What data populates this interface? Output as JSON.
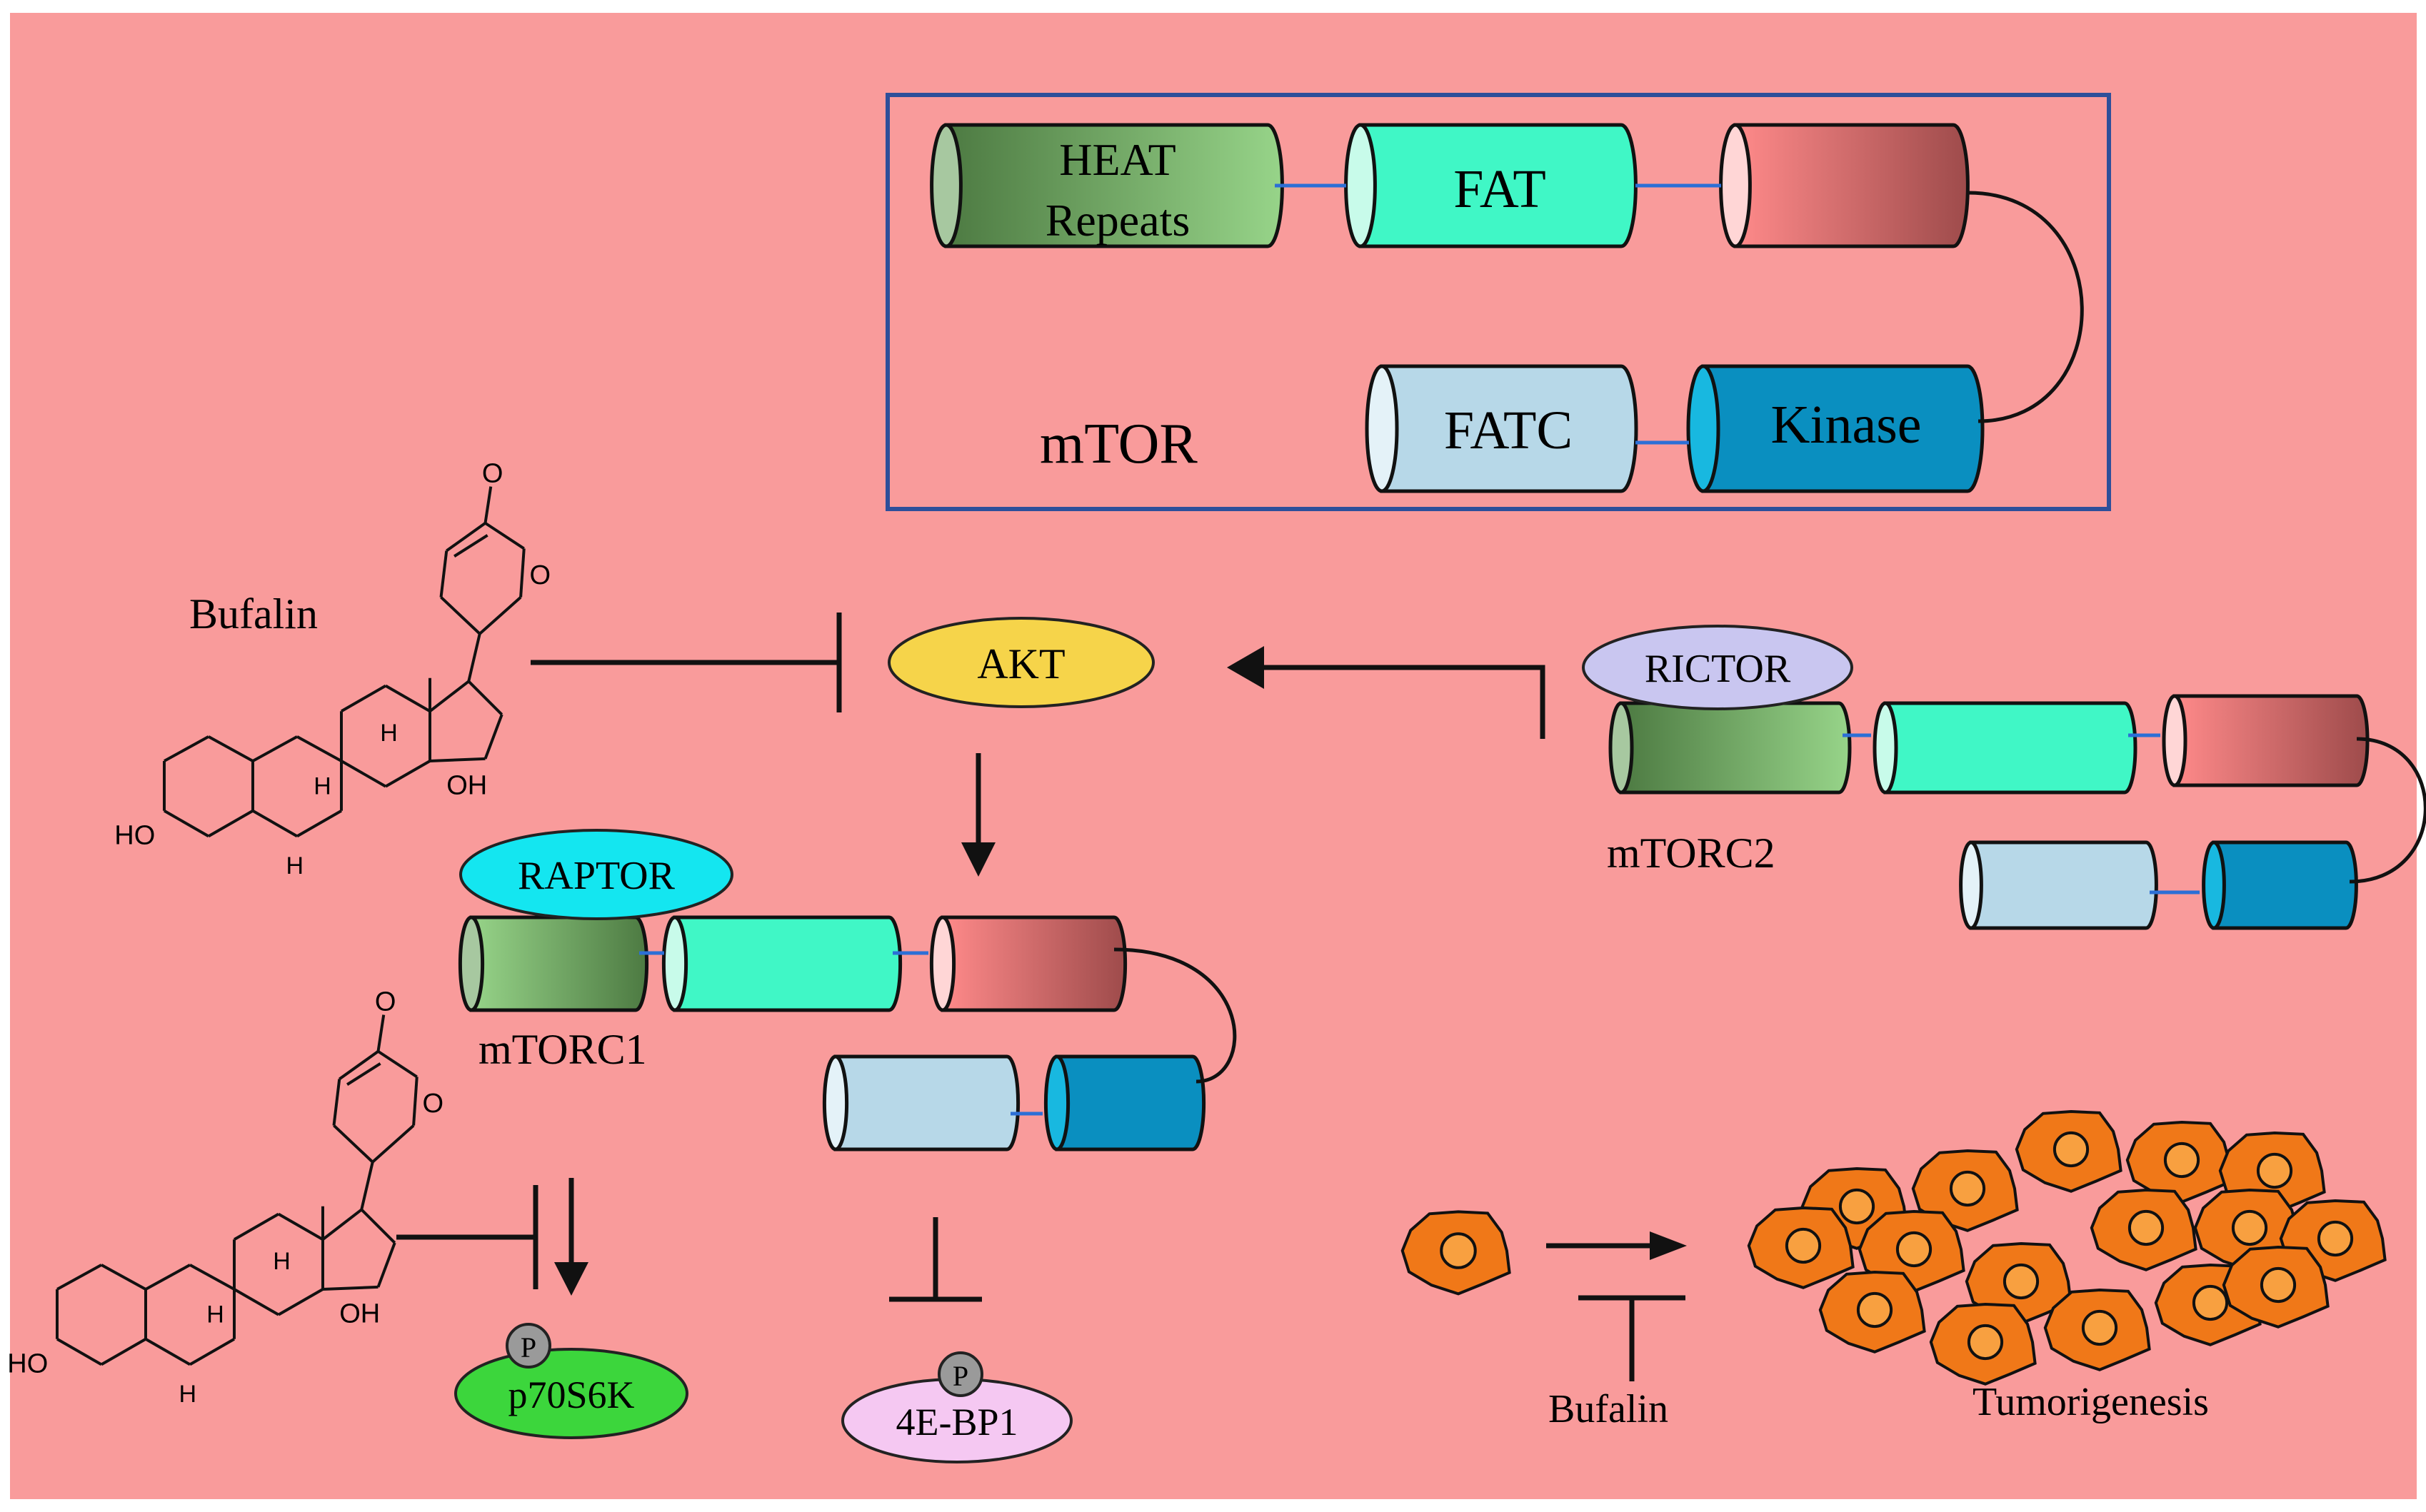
{
  "colors": {
    "background": "#f99b9b",
    "frame": "#2e4f9a",
    "heat": "#5f9350",
    "fat": "#40f7c6",
    "red_domain": "#e86464",
    "fatc": "#b7d8e8",
    "kinase": "#0a8fc0",
    "linker": "#2c6fd6",
    "akt": "#f6d44a",
    "raptor": "#14e6f0",
    "rictor": "#c9c6f0",
    "p70": "#3cd63c",
    "ebp1": "#f5c8f2",
    "phospho": "#9a9a9a",
    "cell": "#f07818"
  },
  "mtor_box": {
    "title": "mTOR",
    "domains": {
      "heat_line1": "HEAT",
      "heat_line2": "Repeats",
      "fat": "FAT",
      "fatc": "FATC",
      "kinase": "Kinase"
    }
  },
  "nodes": {
    "bufalin_label": "Bufalin",
    "akt": "AKT",
    "rictor": "RICTOR",
    "raptor": "RAPTOR",
    "mtorc1": "mTORC1",
    "mtorc2": "mTORC2",
    "p70s6k": "p70S6K",
    "ebp1": "4E-BP1",
    "phospho": "P",
    "bufalin_bottom": "Bufalin",
    "tumorigenesis": "Tumorigenesis"
  },
  "molecule": {
    "ho": "HO",
    "oh": "OH",
    "h": "H",
    "o": "O"
  }
}
